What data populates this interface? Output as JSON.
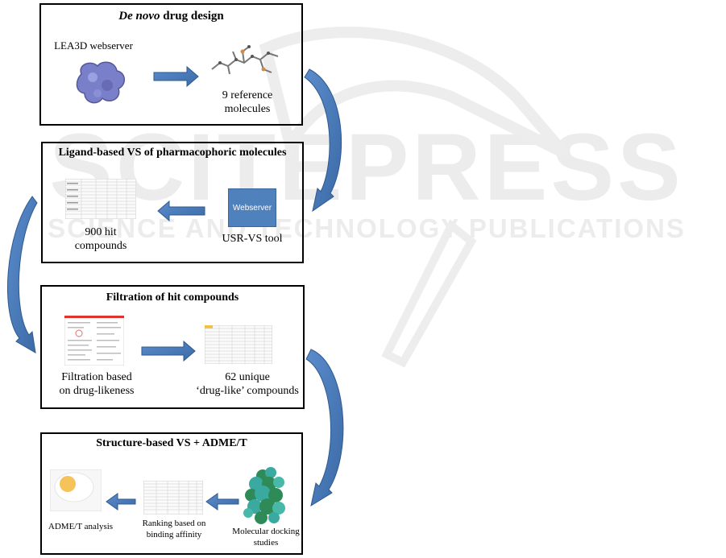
{
  "watermark": {
    "line1": "SCITEPRESS",
    "line2": "SCIENCE AND TECHNOLOGY PUBLICATIONS"
  },
  "box1": {
    "title_italic": "De novo",
    "title_rest": " drug design",
    "left_label": "LEA3D webserver",
    "right_label_line1": "9 reference",
    "right_label_line2": "molecules"
  },
  "box2": {
    "title": "Ligand-based VS of pharmacophoric  molecules",
    "left_label_line1": "900 hit",
    "left_label_line2": "compounds",
    "webserver_text": "Webserver",
    "right_label": "USR-VS tool"
  },
  "box3": {
    "title": "Filtration of hit compounds",
    "left_label_line1": "Filtration based",
    "left_label_line2": "on drug-likeness",
    "right_label_line1": "62  unique",
    "right_label_line2": "‘drug-like’ compounds"
  },
  "box4": {
    "title": "Structure-based VS + ADME/T",
    "left_label": "ADME/T analysis",
    "middle_label_line1": "Ranking based on",
    "middle_label_line2": "binding affinity",
    "right_label_line1": "Molecular docking",
    "right_label_line2": "studies"
  },
  "colors": {
    "arrow_fill": "#4a7ab8",
    "arrow_stroke": "#2f5a8f",
    "webserver_fill": "#4f81bd",
    "protein_blob": "#7a7fc9",
    "docking_green": "#2e8b57",
    "docking_teal": "#3aa9a0",
    "adme_yolk": "#f6c35a"
  }
}
